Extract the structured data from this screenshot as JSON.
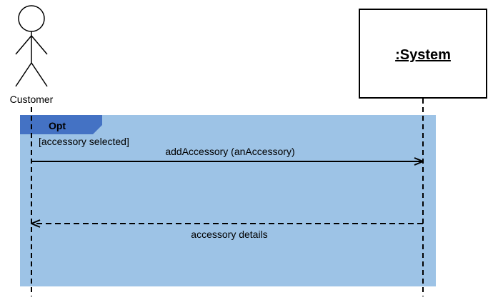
{
  "actor": {
    "name": "Customer"
  },
  "system": {
    "name": ":System"
  },
  "fragment": {
    "operator": "Opt",
    "guard": "[accessory selected]",
    "fill_color": "#9dc3e6",
    "tab_color": "#4472c4"
  },
  "messages": [
    {
      "label": "addAccessory (anAccessory)",
      "type": "synchronous",
      "direction": "actor-to-system"
    },
    {
      "label": "accessory details",
      "type": "return",
      "direction": "system-to-actor"
    }
  ]
}
